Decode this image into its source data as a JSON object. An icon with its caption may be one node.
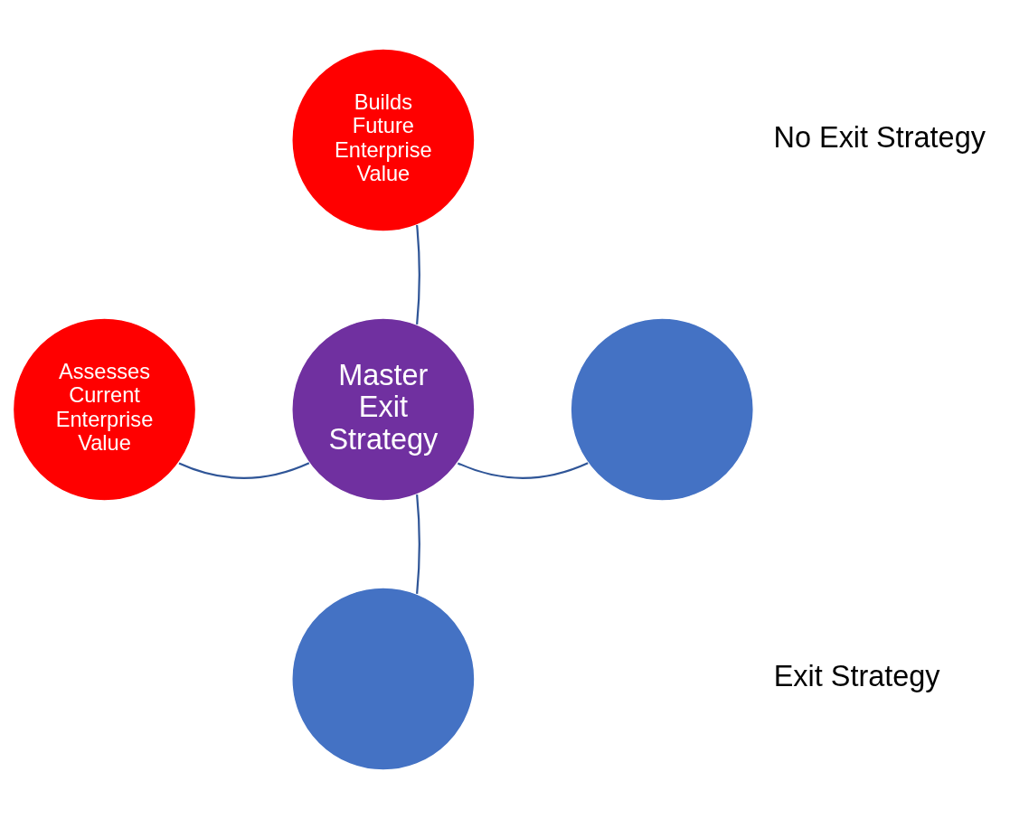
{
  "diagram": {
    "nodes": [
      {
        "text": [
          "Master Exit Strategy"
        ]
      },
      {
        "text": [
          "Builds Future Enterprise Value"
        ]
      },
      {
        "text": [
          "Assesses Current Enterprise Value"
        ]
      },
      {
        "text": [],
        "shape": "circle"
      },
      {
        "text": [],
        "shape": "circle"
      }
    ],
    "edges": [
      {
        "from": 0,
        "to": 1,
        "arrow": "none"
      },
      {
        "from": 0,
        "to": 2,
        "arrow": "none"
      },
      {
        "from": 0,
        "to": 3,
        "arrow": "none"
      },
      {
        "from": 0,
        "to": 4,
        "arrow": "none"
      }
    ],
    "labels": [
      "No Exit Strategy",
      "Exit Strategy"
    ]
  }
}
